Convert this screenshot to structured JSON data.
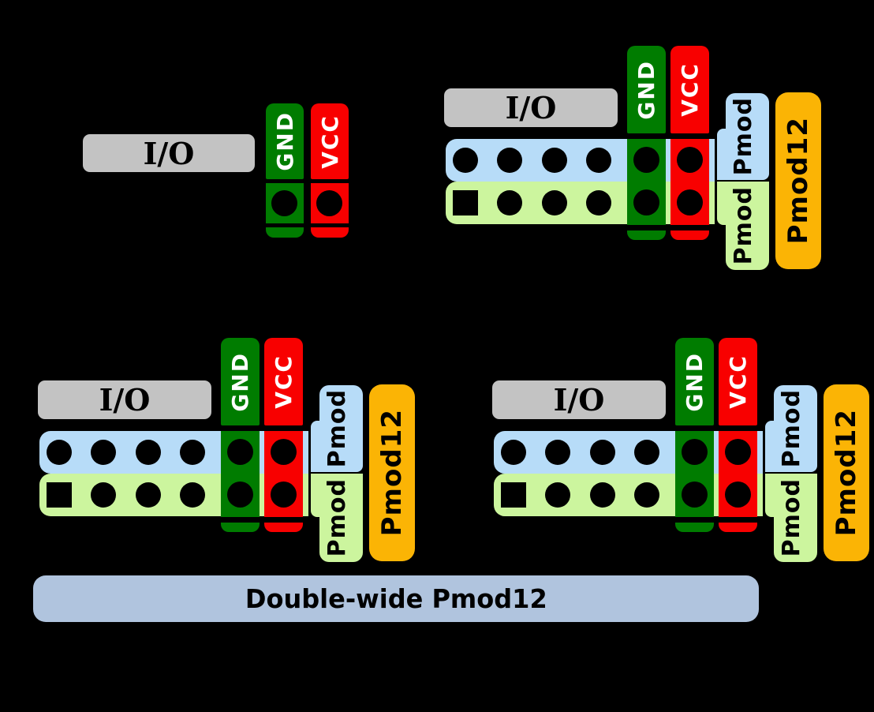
{
  "diagram": {
    "background_color": "#000000",
    "groups": {
      "top_left": {
        "io_label": "I/O",
        "gnd_label": "GND",
        "vcc_label": "VCC"
      },
      "top_right": {
        "io_label": "I/O",
        "gnd_label": "GND",
        "vcc_label": "VCC",
        "pmod_row1_label": "Pmod",
        "pmod_row2_label": "Pmod",
        "pmod12_label": "Pmod12"
      },
      "bottom_left": {
        "io_label": "I/O",
        "gnd_label": "GND",
        "vcc_label": "VCC",
        "pmod_row1_label": "Pmod",
        "pmod_row2_label": "Pmod",
        "pmod12_label": "Pmod12"
      },
      "bottom_right": {
        "io_label": "I/O",
        "gnd_label": "GND",
        "vcc_label": "VCC",
        "pmod_row1_label": "Pmod",
        "pmod_row2_label": "Pmod",
        "pmod12_label": "Pmod12"
      }
    },
    "footer": {
      "double_wide_label": "Double-wide Pmod12"
    },
    "structure": {
      "rows_per_12pin_connector": 2,
      "io_pins_per_row": 4,
      "power_pins_per_row": 2,
      "pin1_marker": "square",
      "other_pins_marker": "circle"
    },
    "colors": {
      "io_bar": "#C3C3C3",
      "gnd": "#007C00",
      "vcc": "#F80000",
      "row_top_blue": "#B7DCF8",
      "row_bottom_green": "#CCF59E",
      "pmod12_orange": "#FBB405",
      "double_wide_bar": "#B0C4DE",
      "pin_hole": "#000000",
      "power_text": "#FFFFFF",
      "label_text": "#000000"
    }
  }
}
